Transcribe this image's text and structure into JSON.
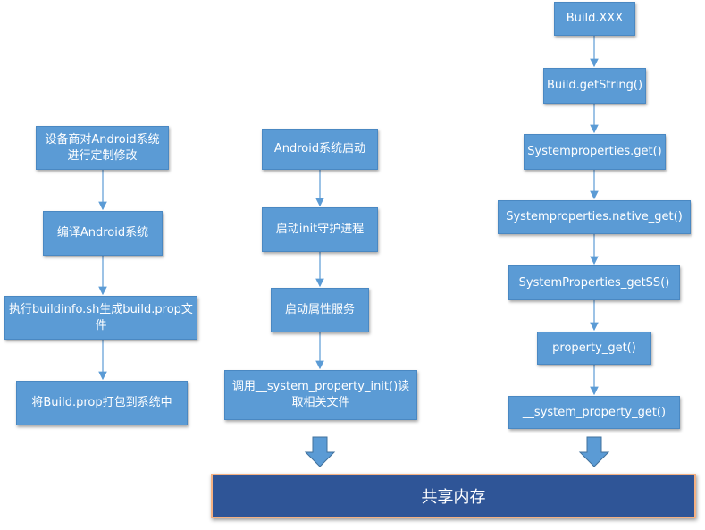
{
  "left_flow": {
    "step1": "设备商对Android系统进行定制修改",
    "step2": "编译Android系统",
    "step3": "执行buildinfo.sh生成build.prop文件",
    "step4": "将Build.prop打包到系统中"
  },
  "middle_flow": {
    "step1": "Android系统启动",
    "step2": "启动init守护进程",
    "step3": "启动属性服务",
    "step4": "调用__system_property_init()读取相关文件"
  },
  "right_flow": {
    "step1": "Build.XXX",
    "step2": "Build.getString()",
    "step3": "Systemproperties.get()",
    "step4": "Systemproperties.native_get()",
    "step5": "SystemProperties_getSS()",
    "step6": "property_get()",
    "step7": "__system_property_get()"
  },
  "shared_memory": {
    "label": "共享内存"
  },
  "colors": {
    "box_fill": "#5b9bd5",
    "arrow": "#5b9bd5",
    "shared_fill": "#2f5597",
    "shared_border": "#f4b183"
  }
}
